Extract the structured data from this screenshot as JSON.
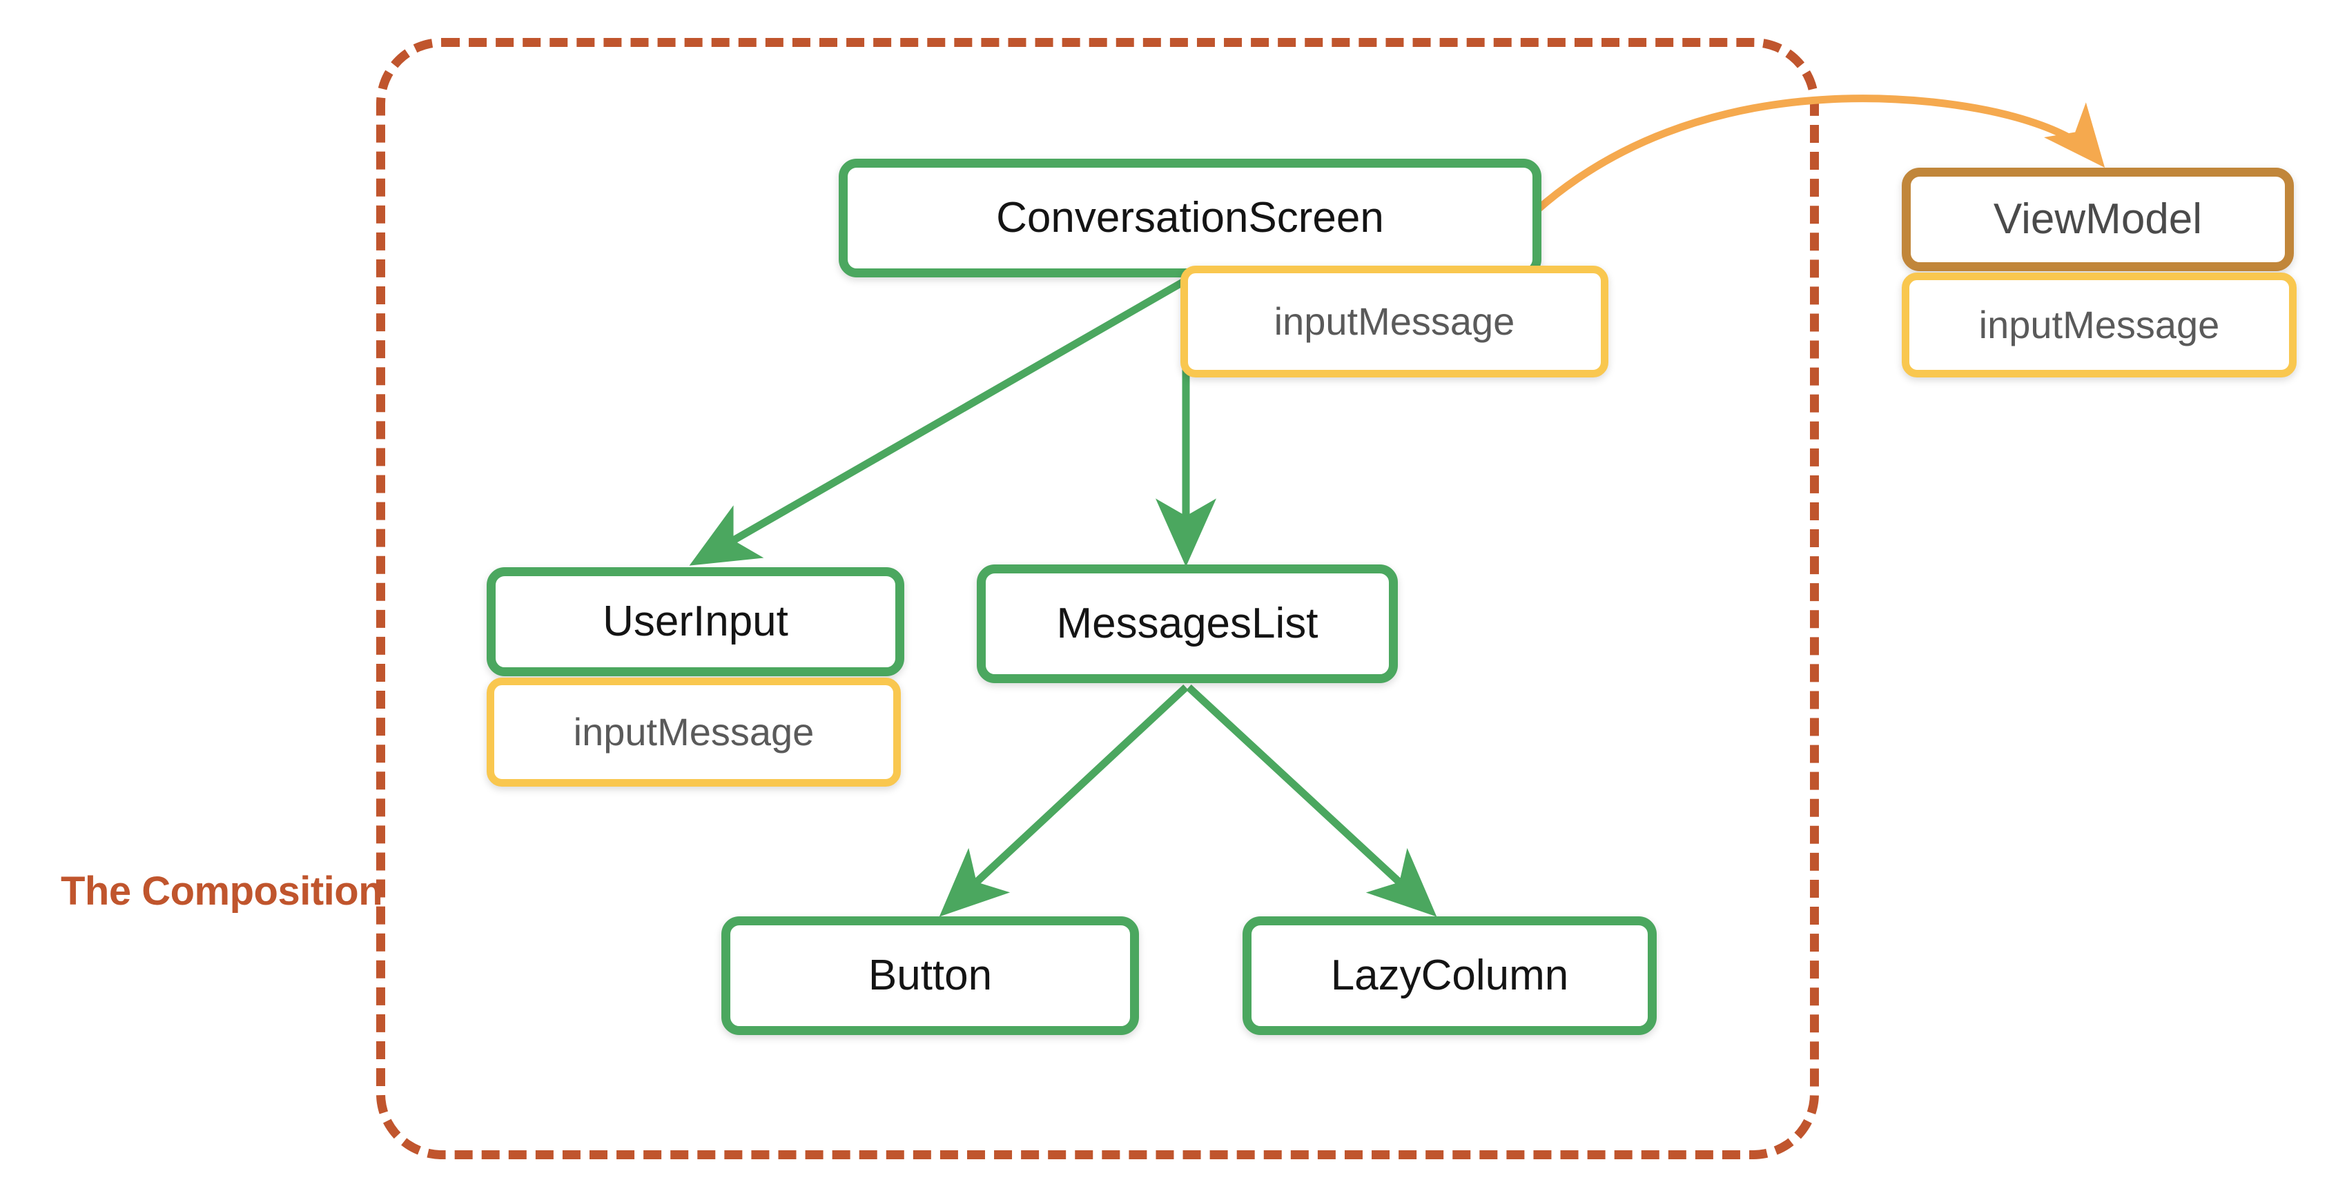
{
  "diagram": {
    "title": "The Composition",
    "background": "#ffffff",
    "colors": {
      "composable_border": "#4ba75f",
      "state_badge_border": "#f9c74f",
      "viewmodel_border": "#c1863a",
      "boundary_dashed": "#c0552d",
      "composition_label": "#c0552d",
      "composable_arrow": "#4ba75f",
      "state_arrow": "#f5a94e",
      "node_text_dark": "#141414",
      "badge_text": "#5a5a5a"
    }
  },
  "boundary": {
    "label": "The Composition"
  },
  "nodes": {
    "conversation_screen": {
      "label": "ConversationScreen",
      "kind": "composable"
    },
    "conversation_screen_state": {
      "label": "inputMessage",
      "kind": "state-badge"
    },
    "user_input": {
      "label": "UserInput",
      "kind": "composable"
    },
    "user_input_state": {
      "label": "inputMessage",
      "kind": "state-badge"
    },
    "messages_list": {
      "label": "MessagesList",
      "kind": "composable"
    },
    "button": {
      "label": "Button",
      "kind": "composable"
    },
    "lazy_column": {
      "label": "LazyColumn",
      "kind": "composable"
    },
    "view_model": {
      "label": "ViewModel",
      "kind": "viewmodel"
    },
    "view_model_state": {
      "label": "inputMessage",
      "kind": "state-badge"
    }
  },
  "edges": [
    {
      "from": "conversation_screen",
      "to": "user_input",
      "color": "#4ba75f",
      "style": "solid"
    },
    {
      "from": "conversation_screen",
      "to": "messages_list",
      "color": "#4ba75f",
      "style": "solid"
    },
    {
      "from": "messages_list",
      "to": "button",
      "color": "#4ba75f",
      "style": "solid"
    },
    {
      "from": "messages_list",
      "to": "lazy_column",
      "color": "#4ba75f",
      "style": "solid"
    },
    {
      "from": "conversation_screen",
      "to": "view_model",
      "color": "#f5a94e",
      "style": "curved"
    }
  ]
}
